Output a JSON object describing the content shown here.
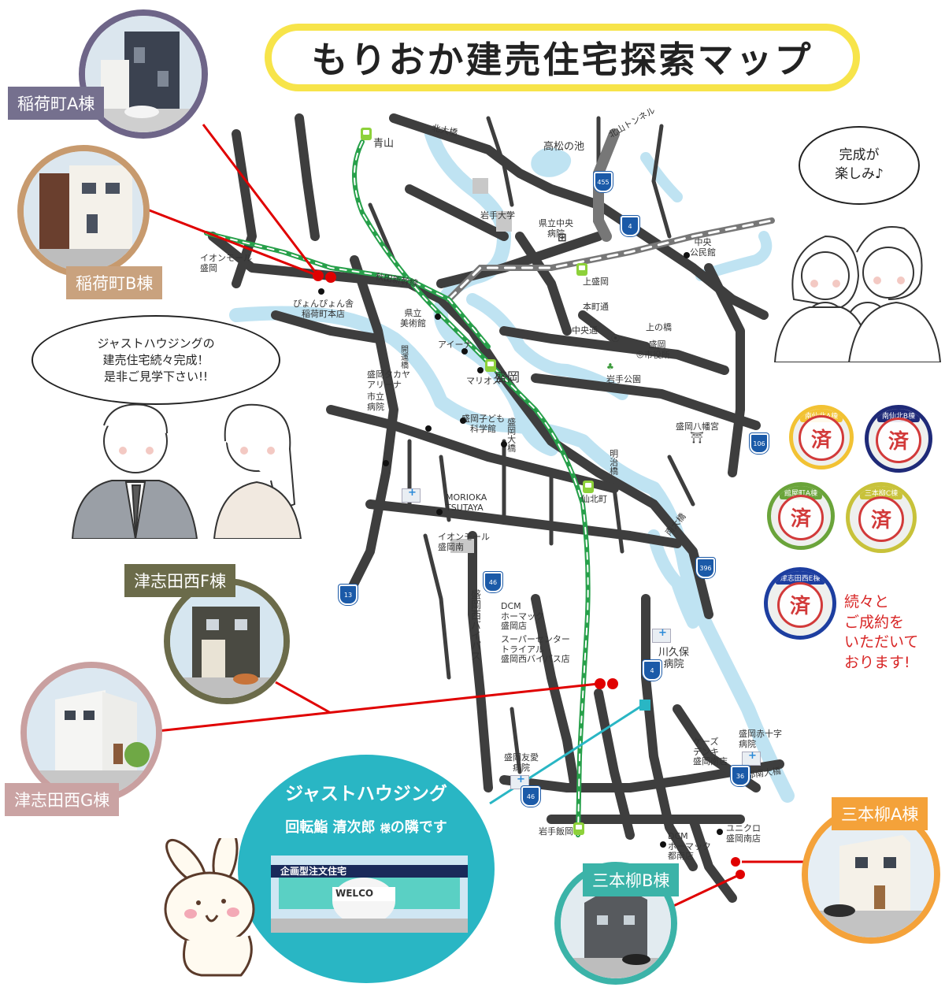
{
  "title": "もりおか建売住宅探索マップ",
  "places": {
    "aoyama": "青山",
    "kitaohashi": "北大橋",
    "takamatsu_pond": "高松の池",
    "kitayama_tunnel": "北山トンネル",
    "iwate_univ": "岩手大学",
    "pref_hospital": "県立中央\n病院",
    "chuo_community": "中央\n公民館",
    "aeon_morioka": "イオンモール\n盛岡",
    "akita_shinkansen": "秋田新幹線",
    "kamimorioka": "上盛岡",
    "honcho_st": "本町通",
    "pyonpyon": "ぴょんぴょん舎\n稲荷町本店",
    "art_museum": "県立\n美術館",
    "chuo_st": "中央通",
    "kaminohashi": "上の橋",
    "city_hall": "盛岡\n市役所",
    "aina": "アイーナ",
    "kaikan_road": "開運橋",
    "marios": "マリオス",
    "morioka_stn": "盛岡",
    "iwate_park": "岩手公園",
    "yuyama_arena": "盛岡タカヤ\nアリーナ",
    "city_hospital": "市立\n病院",
    "kodomo_museum": "盛岡子ども\n科学館",
    "morioka_ohashi": "盛岡大橋",
    "hachimangu": "盛岡八幡宮",
    "meiji_bridge": "明治橋",
    "sembokucho": "仙北町",
    "tsutaya": "MORIOKA\nTSUTAYA",
    "aeon_minami": "イオンモール\n盛岡南",
    "minamiohashi": "南大橋",
    "bypass": "盛岡西バイパス",
    "dcm_honmachi": "DCM\nホーマック\n盛岡店",
    "trial": "スーパーセンター\nトライアル\n盛岡西バイパス店",
    "kawakubo": "川久保\n病院",
    "keys": "ケーズ\nデンキ\n盛岡南店",
    "redcross": "盛岡赤十字\n病院",
    "yuai": "盛岡友愛\n病院",
    "tonan_bridge": "都南大橋",
    "iwate_iioka": "岩手飯岡",
    "dcm_tonan": "DCM\nホーマック\n都南店",
    "uniqlo": "ユニクロ\n盛岡南店"
  },
  "routes": [
    "455",
    "4",
    "106",
    "396",
    "46",
    "13",
    "4",
    "36",
    "46"
  ],
  "properties": {
    "inari_a": "稲荷町A棟",
    "inari_b": "稲荷町B棟",
    "tsushida_f": "津志田西F棟",
    "tsushida_g": "津志田西G棟",
    "sanbongi_a": "三本柳A棟",
    "sanbongi_b": "三本柳B棟"
  },
  "sold": [
    {
      "name": "南仙北A棟",
      "mark": "済",
      "color": "#f2c233"
    },
    {
      "name": "南仙北B棟",
      "mark": "済",
      "color": "#1f2a78"
    },
    {
      "name": "館屋町A棟",
      "mark": "済",
      "color": "#6aa43a"
    },
    {
      "name": "三本柳C棟",
      "mark": "済",
      "color": "#c8c23a"
    },
    {
      "name": "津志田西E棟",
      "mark": "済",
      "color": "#1d3ea0"
    }
  ],
  "sold_note": "続々と\nご成約を\nいただいて\nおります!",
  "family_bubble": "完成が\n楽しみ♪",
  "staff_bubble": "ジャストハウジングの\n建売住宅続々完成！\n是非ご見学下さい!!",
  "jh": {
    "name": "ジャストハウジング",
    "sub_main": "回転鮨 清次郎",
    "sub_honorific": "様",
    "sub_tail": "の隣です",
    "sign": "企画型注文住宅",
    "welcome": "WELCO"
  },
  "colors": {
    "river": "#bfe3f2",
    "road": "#444444",
    "rail_shinkansen": "#27a04a",
    "rail_jr": "#777777",
    "pin": "#e00000",
    "jh_line": "#29b6c4"
  }
}
